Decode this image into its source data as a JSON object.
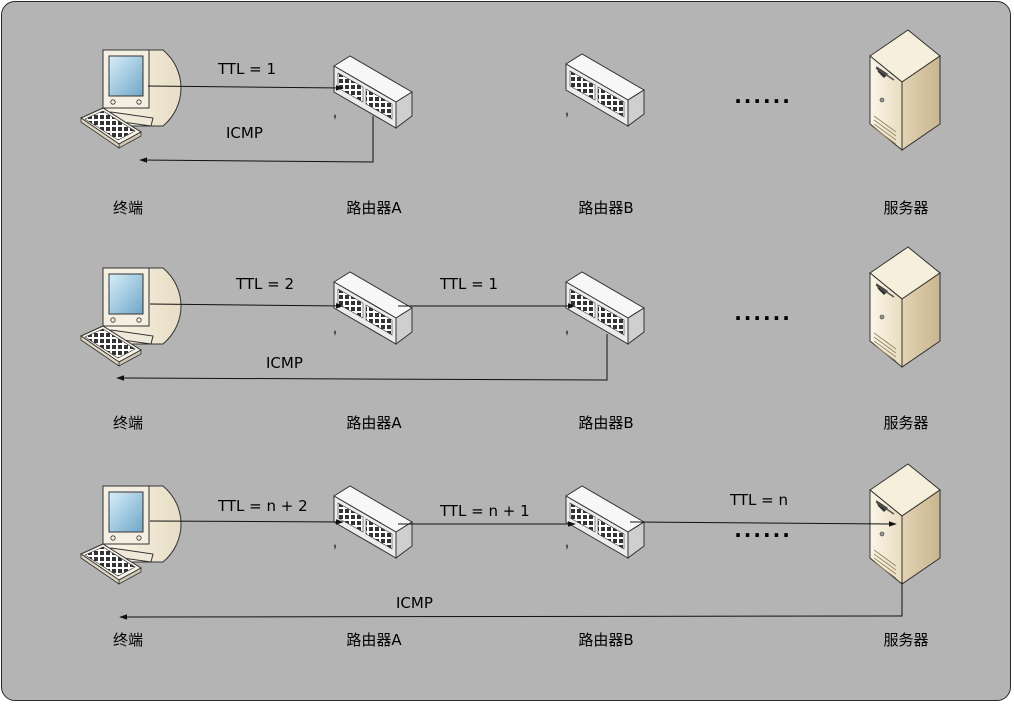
{
  "rows": [
    {
      "labels": {
        "terminal": "终端",
        "router_a": "路由器A",
        "router_b": "路由器B",
        "server": "服务器"
      },
      "hops": [
        "TTL = 1"
      ],
      "reply": "ICMP",
      "ellipsis": "......"
    },
    {
      "labels": {
        "terminal": "终端",
        "router_a": "路由器A",
        "router_b": "路由器B",
        "server": "服务器"
      },
      "hops": [
        "TTL = 2",
        "TTL = 1"
      ],
      "reply": "ICMP",
      "ellipsis": "......"
    },
    {
      "labels": {
        "terminal": "终端",
        "router_a": "路由器A",
        "router_b": "路由器B",
        "server": "服务器"
      },
      "hops": [
        "TTL = n + 2",
        "TTL = n + 1",
        "TTL = n"
      ],
      "reply": "ICMP",
      "ellipsis": "......"
    }
  ]
}
